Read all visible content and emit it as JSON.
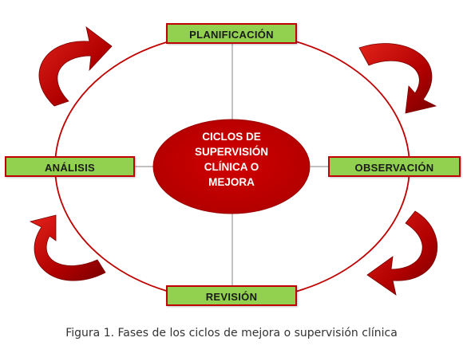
{
  "diagram": {
    "center": [
      "CICLOS DE",
      "SUPERVISIÓN",
      "CLÍNICA O",
      "MEJORA"
    ],
    "phases": {
      "top": "PLANIFICACIÓN",
      "right": "OBSERVACIÓN",
      "bottom": "REVISIÓN",
      "left": "ANÁLISIS"
    },
    "colors": {
      "ellipse_stroke": "#c00000",
      "center_fill": "#c00000",
      "box_fill": "#92d050",
      "arrow_fill": "#c00000",
      "connector": "#999999"
    }
  },
  "caption": "Figura 1. Fases de los ciclos de mejora o supervisión clínica"
}
